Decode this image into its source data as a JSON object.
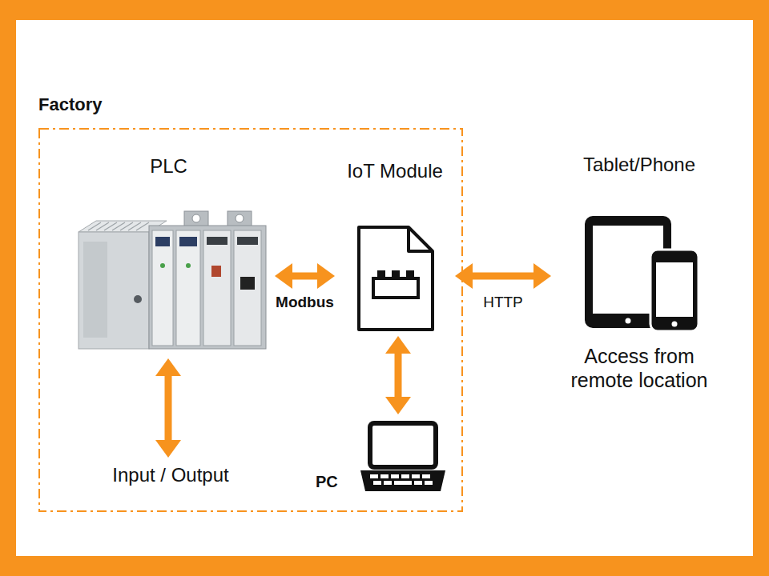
{
  "diagram": {
    "nodes": [
      {
        "text": [
          "Factory"
        ]
      },
      {
        "text": [
          "PLC"
        ],
        "in": 0
      },
      {
        "text": [
          "IoT Module"
        ],
        "in": 0
      },
      {
        "text": [
          "Input / Output"
        ],
        "in": 0
      },
      {
        "text": [
          "PC"
        ],
        "in": 0
      },
      {
        "text": [
          "Tablet/Phone",
          "Access from remote location"
        ]
      }
    ],
    "edges": [
      {
        "from": 1,
        "to": 2,
        "label": "Modbus",
        "arrow": "both"
      },
      {
        "from": 2,
        "to": 5,
        "label": "HTTP",
        "arrow": "both"
      },
      {
        "from": 1,
        "to": 3,
        "arrow": "both"
      },
      {
        "from": 2,
        "to": 4,
        "arrow": "both"
      }
    ]
  }
}
